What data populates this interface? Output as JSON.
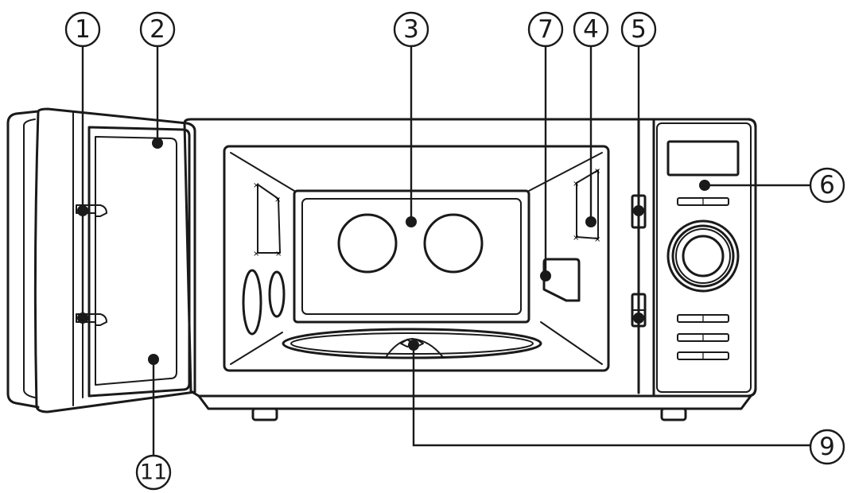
{
  "figure": {
    "subject": "microwave-oven-front-view",
    "colors": {
      "line": "#1a1a1a",
      "background": "#ffffff"
    }
  },
  "callouts": [
    {
      "id": "c1",
      "label": "1"
    },
    {
      "id": "c2",
      "label": "2"
    },
    {
      "id": "c3",
      "label": "3"
    },
    {
      "id": "c7",
      "label": "7"
    },
    {
      "id": "c4",
      "label": "4"
    },
    {
      "id": "c5",
      "label": "5"
    },
    {
      "id": "c6",
      "label": "6"
    },
    {
      "id": "c9",
      "label": "9"
    },
    {
      "id": "c11",
      "label": "11"
    }
  ]
}
